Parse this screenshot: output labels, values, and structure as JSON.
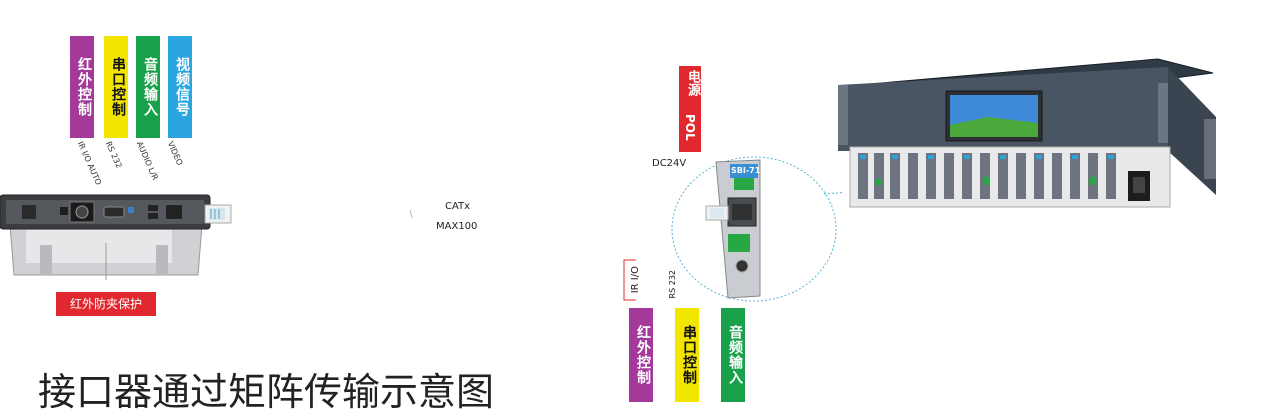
{
  "colors": {
    "purple": "#a33a9a",
    "yellow": "#f2e500",
    "green": "#18a14a",
    "blue": "#2aa5e0",
    "red": "#e0282e"
  },
  "top_labels": [
    {
      "text": "红外控制",
      "color": "#a33a9a"
    },
    {
      "text": "串口控制",
      "color": "#f2e500"
    },
    {
      "text": "音频输入",
      "color": "#18a14a"
    },
    {
      "text": "视频信号",
      "color": "#2aa5e0"
    }
  ],
  "port_labels": [
    "IR I/O AUTO",
    "RS 232",
    "AUDIO L/R",
    "VIDEO"
  ],
  "protection_label": "红外防夹保护",
  "cable": {
    "line1": "CATx",
    "line2": "MAX100"
  },
  "power": {
    "label": "电源",
    "sub": "POL",
    "voltage": "DC24V"
  },
  "card": {
    "model": "SBI-71",
    "ir": "IR I/O",
    "rs": "RS 232"
  },
  "bottom_labels": [
    {
      "text": "红外控制",
      "color": "#a33a9a"
    },
    {
      "text": "串口控制",
      "color": "#f2e500"
    },
    {
      "text": "音频输入",
      "color": "#18a14a"
    }
  ],
  "title": "接口器通过矩阵传输示意图"
}
